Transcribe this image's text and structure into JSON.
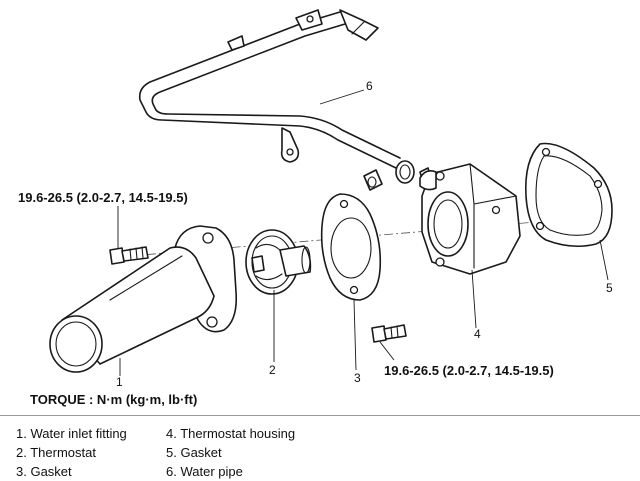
{
  "callouts": {
    "c1": "1",
    "c2": "2",
    "c3": "3",
    "c4": "4",
    "c5": "5",
    "c6": "6"
  },
  "torque_spec_top": "19.6-26.5 (2.0-2.7, 14.5-19.5)",
  "torque_spec_bottom": "19.6-26.5 (2.0-2.7, 14.5-19.5)",
  "torque_units": "TORQUE : N·m (kg·m, lb·ft)",
  "legend": {
    "col1": [
      "1.  Water inlet fitting",
      "2.  Thermostat",
      "3.  Gasket"
    ],
    "col2": [
      "4.  Thermostat housing",
      "5.  Gasket",
      "6.  Water pipe"
    ]
  }
}
